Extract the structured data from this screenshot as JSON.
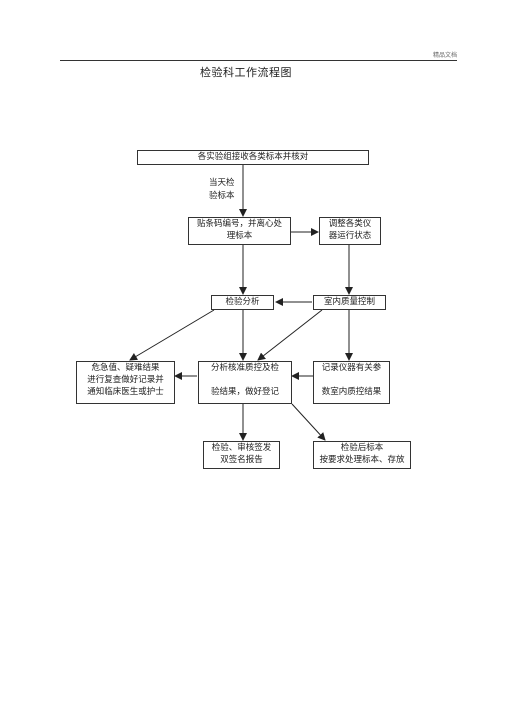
{
  "header": {
    "corner_note": "精品文档",
    "title": "检验科工作流程图"
  },
  "diagram": {
    "nodes": {
      "receive": "各实验组接收各类标本并核对",
      "barcode": "贴条码编号，并离心处\n理标本",
      "adjust": "调整各类仪\n器运行状态",
      "analysis": "检验分析",
      "qc": "室内质量控制",
      "critical": "危急值、疑难结果\n进行复查做好记录并\n通知临床医生或护士",
      "review": "分析核准质控及检\n\n验结果，做好登记",
      "record": "记录仪器有关参\n\n数室内质控结果",
      "sign": "检验、审核签发\n双签名报告",
      "dispose": "检验后标本\n按要求处理标本、存放"
    },
    "edge_label": "当天检\n验标本"
  }
}
